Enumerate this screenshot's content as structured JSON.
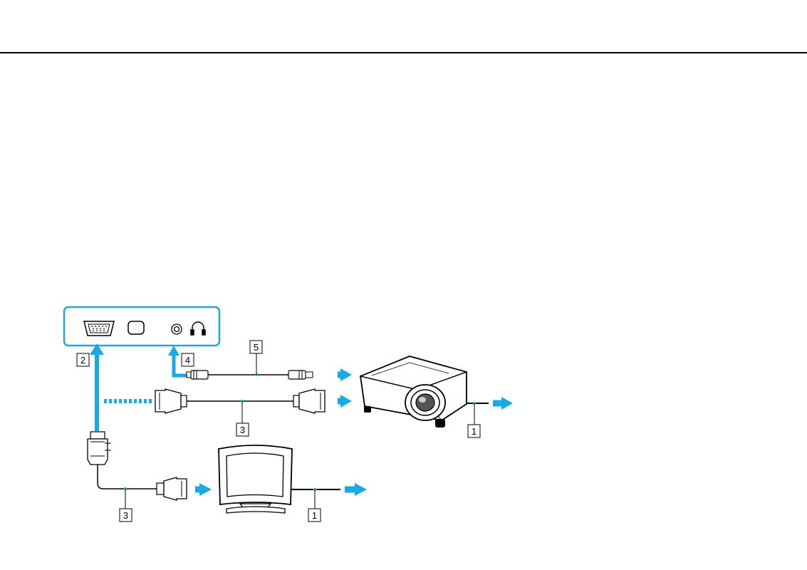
{
  "colors": {
    "arrow": "#19a9e4",
    "line": "#000000",
    "panel": "#22a4df"
  },
  "callouts": {
    "power_cord": "1",
    "display_port": "2",
    "display_cable": "3",
    "headphones_jack": "4",
    "speaker_cable": "5"
  },
  "icons": {
    "monitor_port": "vga-port-icon",
    "hdmi_port": "hdmi-port-icon",
    "headphones_jack": "headphone-jack-icon",
    "headphones_symbol": "headphones-icon",
    "projector": "projector-icon",
    "computer_display": "monitor-icon"
  }
}
